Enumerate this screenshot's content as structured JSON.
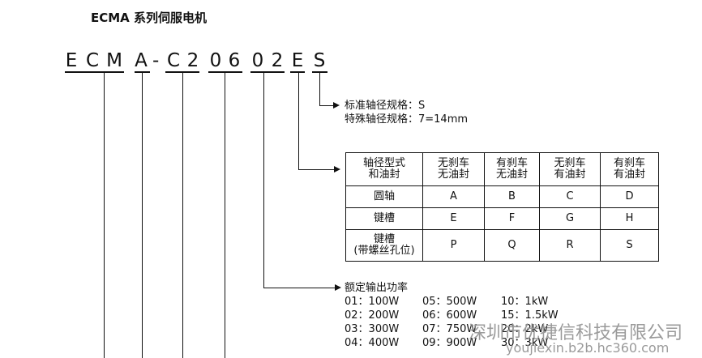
{
  "title": "ECMA 系列伺服电机",
  "model_code": {
    "chars": [
      "E",
      "C",
      "M",
      "A",
      "-",
      "C",
      "2",
      "0",
      "6",
      "0",
      "2",
      "E",
      "S"
    ]
  },
  "shaft": {
    "line1": "标准轴径规格：S",
    "line2": "特殊轴径规格：7=14mm"
  },
  "option_table": {
    "header": [
      "轴径型式\n和油封",
      "无刹车\n无油封",
      "有刹车\n无油封",
      "无刹车\n有油封",
      "有刹车\n有油封"
    ],
    "rows": [
      [
        "圆轴",
        "A",
        "B",
        "C",
        "D"
      ],
      [
        "键槽",
        "E",
        "F",
        "G",
        "H"
      ],
      [
        "键槽\n(带螺丝孔位)",
        "P",
        "Q",
        "R",
        "S"
      ]
    ]
  },
  "power": {
    "title": "额定输出功率",
    "rows": [
      [
        "01：100W",
        "05：500W",
        "10：1kW"
      ],
      [
        "02：200W",
        "06：600W",
        "15：1.5kW"
      ],
      [
        "03：300W",
        "07：750W",
        "20：2kW"
      ],
      [
        "04：400W",
        "09：900W",
        "30：3kW"
      ]
    ]
  },
  "watermark": {
    "company": "深圳市优捷信科技有限公司",
    "url": "youjiexin.b2b.hc360.com"
  }
}
